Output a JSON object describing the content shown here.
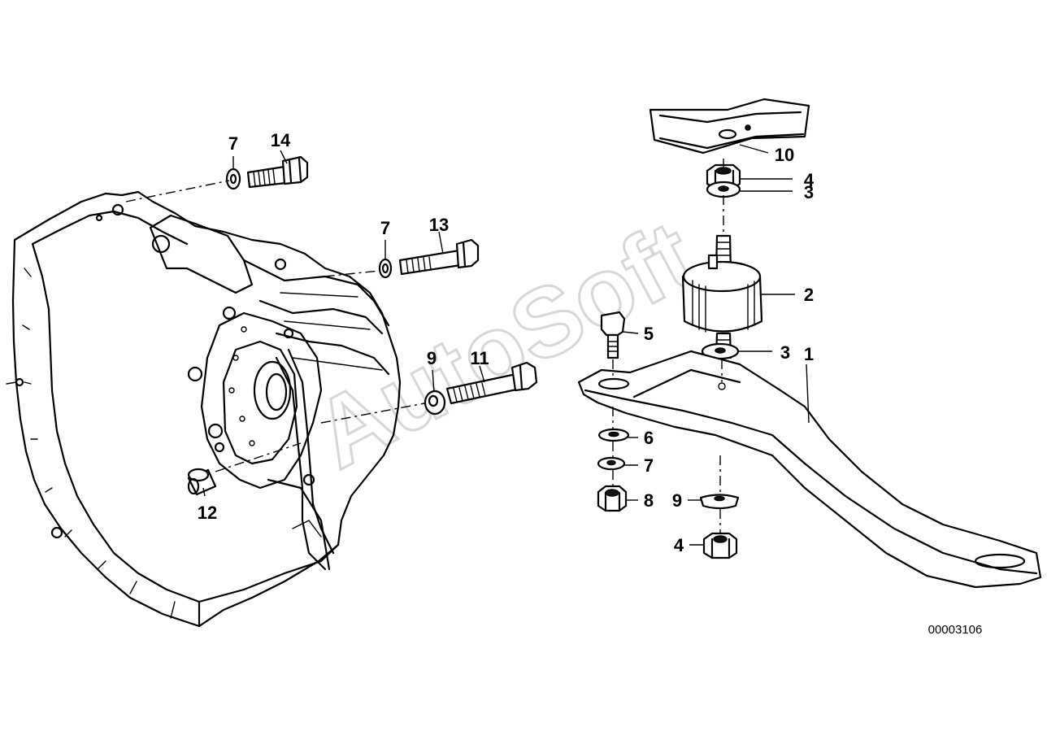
{
  "diagram": {
    "diagram_number": "00003106",
    "watermark_text": "AutoSoft",
    "callouts": [
      {
        "id": "c-7-top",
        "label": "7"
      },
      {
        "id": "c-14",
        "label": "14"
      },
      {
        "id": "c-7-mid",
        "label": "7"
      },
      {
        "id": "c-13",
        "label": "13"
      },
      {
        "id": "c-9-left",
        "label": "9"
      },
      {
        "id": "c-11",
        "label": "11"
      },
      {
        "id": "c-12",
        "label": "12"
      },
      {
        "id": "c-10",
        "label": "10"
      },
      {
        "id": "c-4-top",
        "label": "4"
      },
      {
        "id": "c-3-top",
        "label": "3"
      },
      {
        "id": "c-2",
        "label": "2"
      },
      {
        "id": "c-5",
        "label": "5"
      },
      {
        "id": "c-1",
        "label": "1"
      },
      {
        "id": "c-3-mid",
        "label": "3"
      },
      {
        "id": "c-6",
        "label": "6"
      },
      {
        "id": "c-7-right",
        "label": "7"
      },
      {
        "id": "c-8",
        "label": "8"
      },
      {
        "id": "c-9-right",
        "label": "9"
      },
      {
        "id": "c-4-bottom",
        "label": "4"
      }
    ]
  }
}
